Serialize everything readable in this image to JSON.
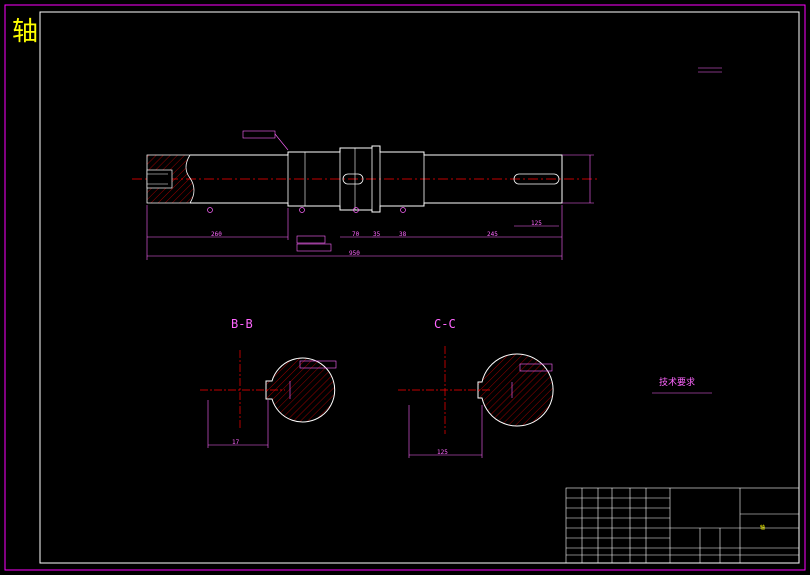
{
  "title": "轴",
  "colors": {
    "border": "#ff00ff",
    "outline": "#ffffff",
    "center": "#ff0000",
    "dimension": "#ff66ff",
    "hatch": "#ff0000",
    "titletext": "#ffff00"
  },
  "sections": {
    "bb_label": "B-B",
    "cc_label": "C-C"
  },
  "dimensions": {
    "d_left_len": "260",
    "d_total": "950",
    "d_mid1": "70",
    "d_mid2": "35",
    "d_mid3": "38",
    "d_right_len": "245",
    "d_keyway": "125",
    "d_bb_w": "17",
    "d_cc_w": "125"
  },
  "tech": {
    "heading": "技术要求"
  },
  "titleblock": {
    "drawing_name": "轴"
  }
}
